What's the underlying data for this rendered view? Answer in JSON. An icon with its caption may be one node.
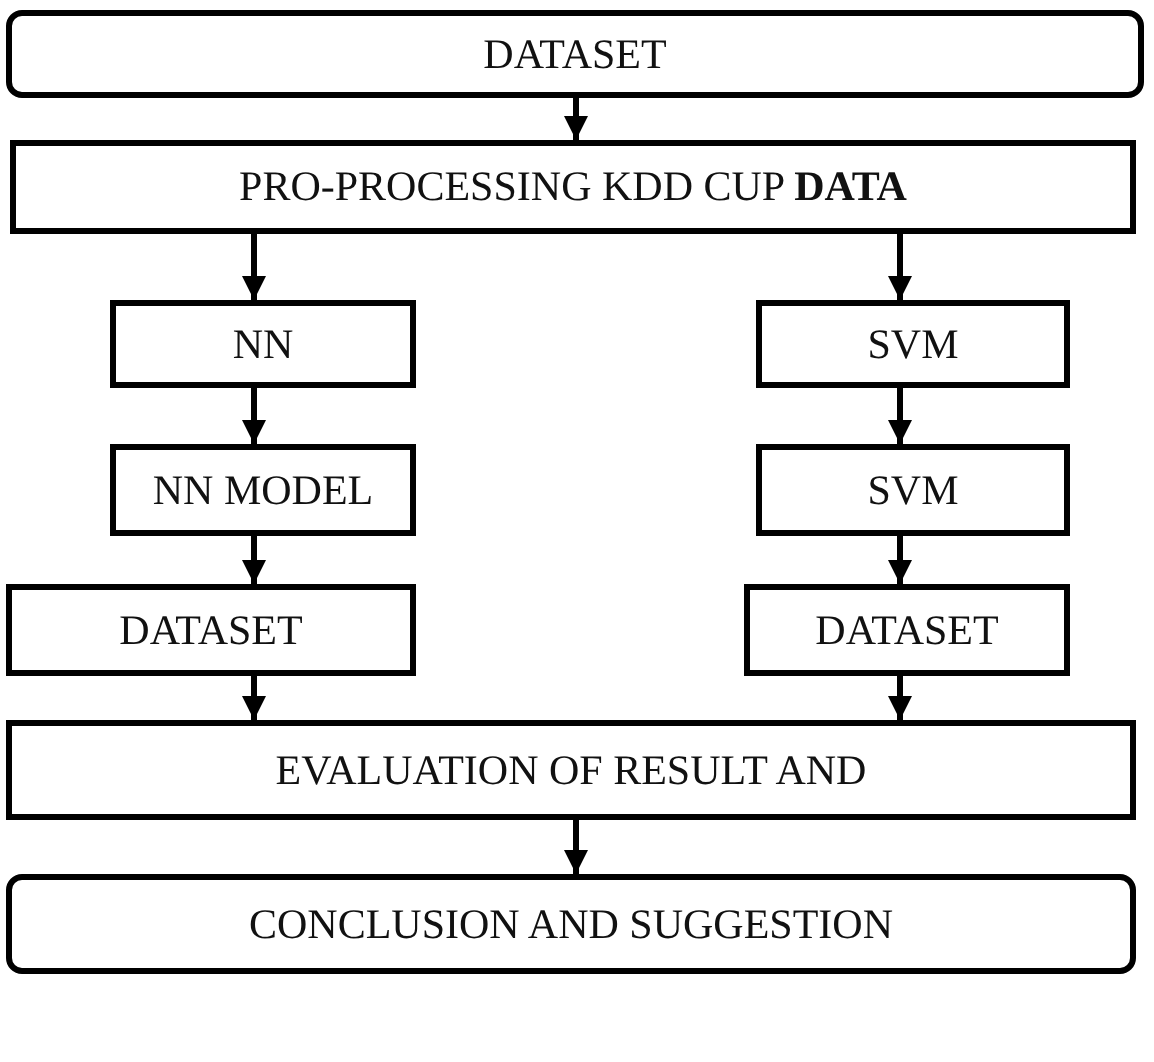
{
  "diagram": {
    "nodes": [
      {
        "text": [
          "DATASET"
        ]
      },
      {
        "text": [
          "PRO-PROCESSING KDD CUP **DATA**"
        ]
      },
      {
        "text": [
          "NN"
        ]
      },
      {
        "text": [
          "SVM"
        ]
      },
      {
        "text": [
          "NN MODEL"
        ]
      },
      {
        "text": [
          "SVM"
        ]
      },
      {
        "text": [
          "DATASET"
        ]
      },
      {
        "text": [
          "DATASET"
        ]
      },
      {
        "text": [
          "EVALUATION OF RESULT AND"
        ]
      },
      {
        "text": [
          "CONCLUSION AND SUGGESTION"
        ]
      }
    ],
    "edges": [
      {
        "from": 0,
        "to": 1,
        "arrow": "to"
      },
      {
        "from": 1,
        "to": 2,
        "arrow": "to"
      },
      {
        "from": 1,
        "to": 3,
        "arrow": "to"
      },
      {
        "from": 2,
        "to": 4,
        "arrow": "to"
      },
      {
        "from": 3,
        "to": 5,
        "arrow": "to"
      },
      {
        "from": 4,
        "to": 6,
        "arrow": "to"
      },
      {
        "from": 5,
        "to": 7,
        "arrow": "to"
      },
      {
        "from": 6,
        "to": 8,
        "arrow": "to"
      },
      {
        "from": 7,
        "to": 8,
        "arrow": "to"
      },
      {
        "from": 8,
        "to": 9,
        "arrow": "to"
      }
    ]
  }
}
